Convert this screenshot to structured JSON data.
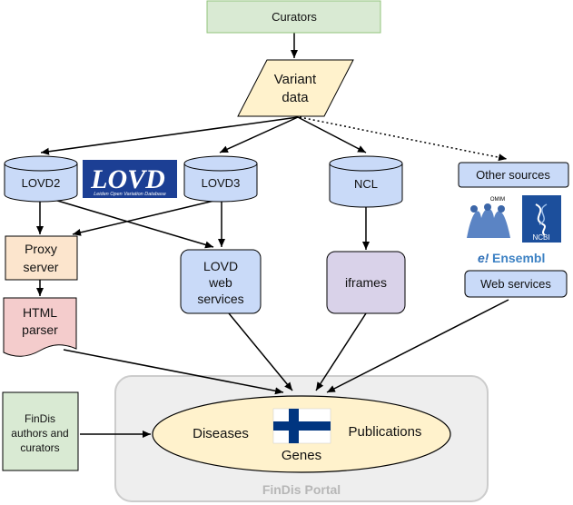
{
  "nodes": {
    "curators": "Curators",
    "variant_data": [
      "Variant",
      "data"
    ],
    "lovd2": "LOVD2",
    "lovd3": "LOVD3",
    "ncl": "NCL",
    "other_sources": "Other sources",
    "proxy_server": [
      "Proxy",
      "server"
    ],
    "html_parser": [
      "HTML",
      "parser"
    ],
    "lovd_web_services": [
      "LOVD",
      "web",
      "services"
    ],
    "iframes": "iframes",
    "web_services": "Web services",
    "findis_authors": [
      "FinDis",
      "authors and",
      "curators"
    ],
    "diseases": "Diseases",
    "genes": "Genes",
    "publications": "Publications",
    "portal": "FinDis Portal"
  },
  "logos": {
    "lovd_text": "LOVD",
    "lovd_tagline": "Leiden Open Variation Database",
    "omim_text": "OMIM",
    "ncbi_text": "NCBI",
    "ensembl_e": "e!",
    "ensembl_text": "Ensembl"
  },
  "colors": {
    "green_box": "#d9ead3",
    "yellow": "#fff2cc",
    "blue_box": "#c9daf8",
    "orange_box": "#fce5cd",
    "pink_box": "#f4cccc",
    "purple_box": "#d9d2e9",
    "portal_bg": "#eeeeee",
    "ellipse": "#fff2cc",
    "lovd_logo_bg": "#1c3f94",
    "finland_blue": "#003580"
  },
  "edges": [
    {
      "from": "curators",
      "to": "variant_data",
      "style": "solid"
    },
    {
      "from": "variant_data",
      "to": "lovd2",
      "style": "solid"
    },
    {
      "from": "variant_data",
      "to": "lovd3",
      "style": "solid"
    },
    {
      "from": "variant_data",
      "to": "ncl",
      "style": "solid"
    },
    {
      "from": "variant_data",
      "to": "other_sources",
      "style": "dotted"
    },
    {
      "from": "lovd2",
      "to": "proxy_server",
      "style": "solid"
    },
    {
      "from": "lovd2",
      "to": "lovd_web_services",
      "style": "solid"
    },
    {
      "from": "lovd3",
      "to": "proxy_server",
      "style": "solid"
    },
    {
      "from": "lovd3",
      "to": "lovd_web_services",
      "style": "solid"
    },
    {
      "from": "ncl",
      "to": "iframes",
      "style": "solid"
    },
    {
      "from": "proxy_server",
      "to": "html_parser",
      "style": "solid"
    },
    {
      "from": "html_parser",
      "to": "portal",
      "style": "solid"
    },
    {
      "from": "lovd_web_services",
      "to": "portal",
      "style": "solid"
    },
    {
      "from": "iframes",
      "to": "portal",
      "style": "solid"
    },
    {
      "from": "web_services",
      "to": "portal",
      "style": "solid"
    },
    {
      "from": "findis_authors",
      "to": "portal",
      "style": "solid"
    }
  ]
}
